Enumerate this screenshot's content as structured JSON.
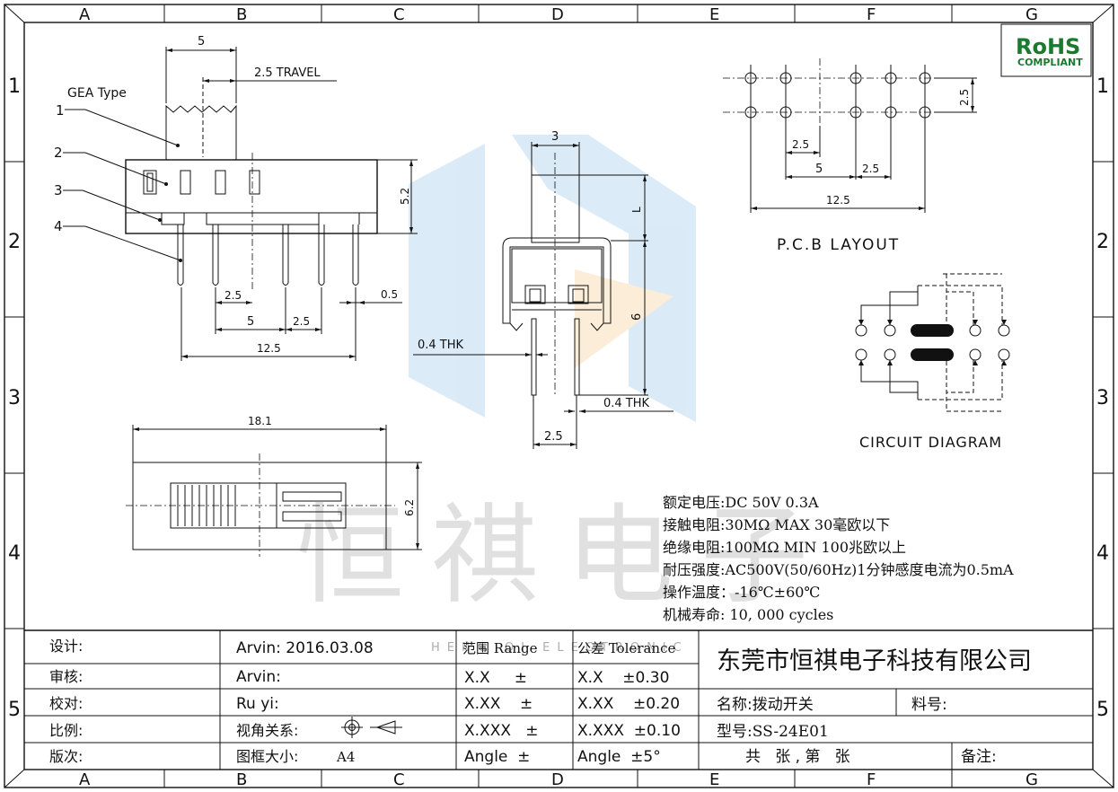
{
  "grid": {
    "columns": [
      "A",
      "B",
      "C",
      "D",
      "E",
      "F",
      "G"
    ],
    "rows": [
      "1",
      "2",
      "3",
      "4",
      "5"
    ]
  },
  "rohs": {
    "line1": "RoHS",
    "line2": "COMPLIANT",
    "color": "#1a7a2e"
  },
  "side_view": {
    "type_label": "GEA Type",
    "callouts": [
      "1",
      "2",
      "3",
      "4"
    ],
    "dims": {
      "width": "5",
      "travel": "2.5 TRAVEL",
      "height": "5.2",
      "pitch1": "2.5",
      "pitch2": "5",
      "pitch3": "2.5",
      "pin": "0.5",
      "total": "12.5"
    }
  },
  "end_view": {
    "dims": {
      "width": "3",
      "lever": "L",
      "height": "6",
      "thk1": "0.4 THK",
      "thk2": "0.4 THK",
      "pitch": "2.5"
    }
  },
  "top_view": {
    "dims": {
      "length": "18.1",
      "width": "6.2"
    }
  },
  "pcb_layout": {
    "title": "P.C.B LAYOUT",
    "dims": {
      "row": "2.5",
      "p1": "2.5",
      "p2": "5",
      "p3": "2.5",
      "total": "12.5"
    }
  },
  "circuit": {
    "title": "CIRCUIT DIAGRAM"
  },
  "specs": [
    "额定电压:DC 50V 0.3A",
    "接触电阻:30MΩ MAX 30毫欧以下",
    "绝缘电阻:100MΩ MIN 100兆欧以上",
    "耐压强度:AC500V(50/60Hz)1分钟感度电流为0.5mA",
    "操作温度：-16℃±60℃",
    "机械寿命: 10, 000 cycles"
  ],
  "watermark": {
    "text": "恒祺电子",
    "sub": "HENG QI  ELECTRONIC"
  },
  "title_block": {
    "design_label": "设计:",
    "design_value": "Arvin:  2016.03.08",
    "review_label": "审核:",
    "review_value": "Arvin:",
    "check_label": "校对:",
    "check_value": "Ru yi:",
    "scale_label": "比例:",
    "view_label": "视角关系:",
    "version_label": "版次:",
    "frame_label": "图框大小: ",
    "frame_value": "A4",
    "range_header": "范围 Range",
    "tol_header": "公差 Tolerance",
    "ranges": [
      "X.X     ±",
      "X.XX    ±",
      "X.XXX   ±",
      "Angle  ±"
    ],
    "tols": [
      "X.X    ±0.30",
      "X.XX    ±0.20",
      "X.XXX  ±0.10",
      "Angle  ±5°"
    ],
    "company": "东莞市恒祺电子科技有限公司",
    "name_label": "名称:拨动开关",
    "part_label": "料号:",
    "model_label": "型号:SS-24E01",
    "sheet_text": "共   张 , 第   张",
    "remark_label": "备注:"
  }
}
